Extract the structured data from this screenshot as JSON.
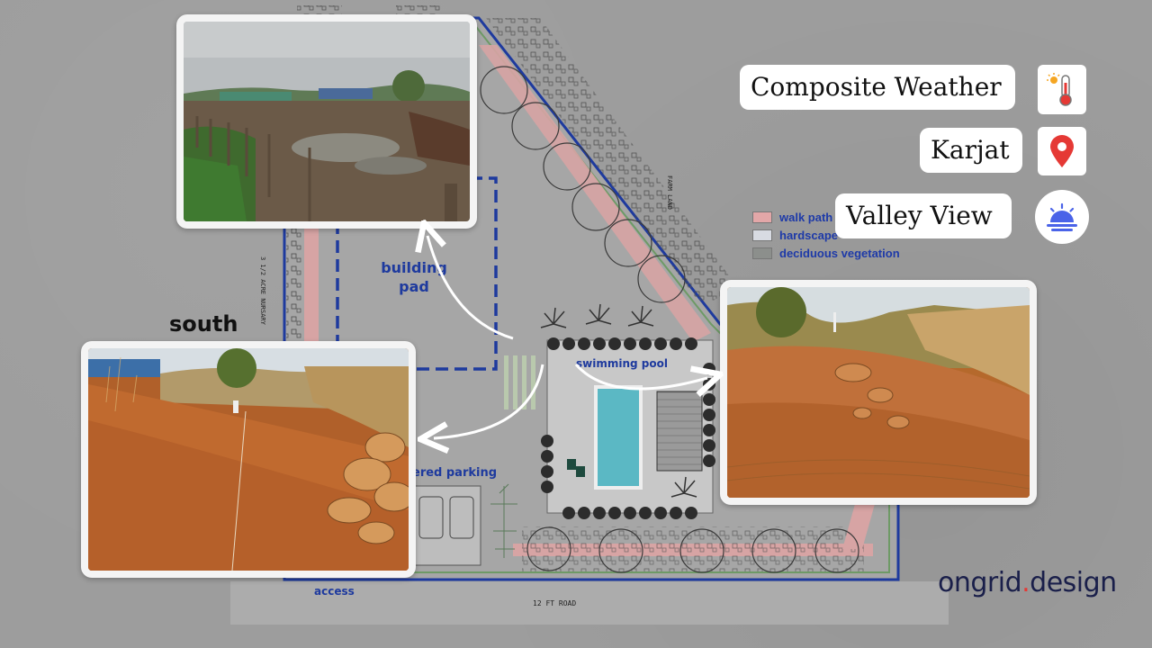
{
  "plan": {
    "labels": {
      "building_pad": "building\npad",
      "swimming_pool": "swimming pool",
      "covered_parking": "ered parking",
      "access": "access",
      "road": "12 FT ROAD",
      "farm_land": "FARM LAND",
      "nursery": "3 1/2 ACRE NURSARY",
      "south": "south"
    }
  },
  "legend": {
    "items": [
      {
        "label": "walk path",
        "color": "#e3a7a8"
      },
      {
        "label": "hardscape",
        "color": "#d8dbe2"
      },
      {
        "label": "deciduous vegetation",
        "color": "#8c8f8c"
      }
    ]
  },
  "tags": [
    {
      "label": "Composite Weather",
      "icon": "thermometer-sun-icon"
    },
    {
      "label": "Karjat",
      "icon": "location-pin-icon"
    },
    {
      "label": "Valley View",
      "icon": "sunrise-icon"
    }
  ],
  "colors": {
    "plan_blue": "#1e3a9e",
    "walk_path": "#d8a2a2",
    "pin_red": "#e53935",
    "sun_blue": "#4a63e8"
  },
  "logo": {
    "prefix": "ongrid",
    "suffix": "design"
  }
}
